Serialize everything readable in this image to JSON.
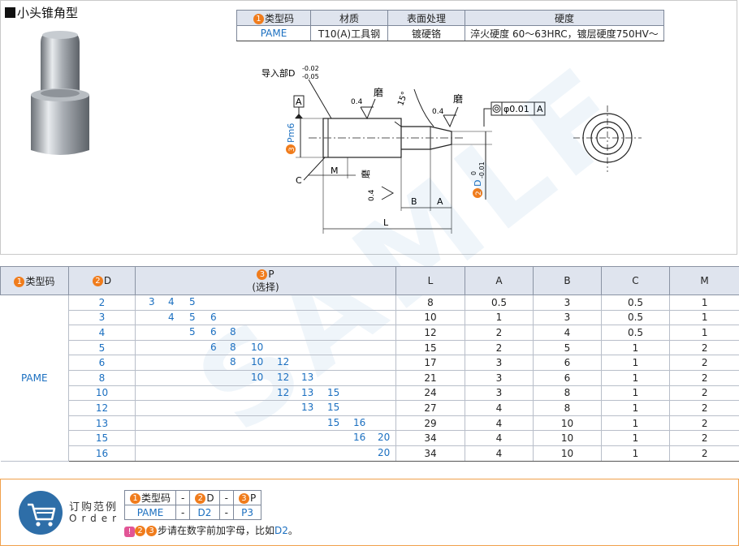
{
  "title": "小头锥角型",
  "spec_table": {
    "headers": [
      "类型码",
      "材质",
      "表面处理",
      "硬度"
    ],
    "row": [
      "PAME",
      "T10(A)工具钢",
      "镀硬铬",
      "淬火硬度 60～63HRC，镀层硬度750HV～"
    ]
  },
  "drawing": {
    "lead_label": "导入部D",
    "lead_tol_upper": "-0.02",
    "lead_tol_lower": "-0.05",
    "grind1": "磨",
    "grind2": "磨",
    "grind3": "磨",
    "roughness1": "0.4",
    "roughness2": "0.4",
    "roughness3": "0.4",
    "angle": "15°",
    "datum": "A",
    "tolerance_value": "φ0.01",
    "tolerance_datum": "A",
    "pm6": "Pm6",
    "d_label": "D",
    "d_tol_upper": "0",
    "d_tol_lower": "-0.01",
    "c_label": "C",
    "m_label": "M",
    "b_label": "B",
    "a_label": "A",
    "l_label": "L"
  },
  "main_table": {
    "headers": {
      "type": "类型码",
      "d": "D",
      "p": "P",
      "p_sub": "(选择)",
      "l": "L",
      "a": "A",
      "b": "B",
      "c": "C",
      "m": "M"
    },
    "type_value": "PAME",
    "rows": [
      {
        "d": "2",
        "p": [
          "3",
          "4",
          "5"
        ],
        "l": "8",
        "a": "0.5",
        "b": "3",
        "c": "0.5",
        "m": "1"
      },
      {
        "d": "3",
        "p": [
          "4",
          "5",
          "6"
        ],
        "l": "10",
        "a": "1",
        "b": "3",
        "c": "0.5",
        "m": "1"
      },
      {
        "d": "4",
        "p": [
          "5",
          "6",
          "8"
        ],
        "l": "12",
        "a": "2",
        "b": "4",
        "c": "0.5",
        "m": "1"
      },
      {
        "d": "5",
        "p": [
          "6",
          "8",
          "10"
        ],
        "l": "15",
        "a": "2",
        "b": "5",
        "c": "1",
        "m": "2"
      },
      {
        "d": "6",
        "p": [
          "8",
          "10",
          "12"
        ],
        "l": "17",
        "a": "3",
        "b": "6",
        "c": "1",
        "m": "2"
      },
      {
        "d": "8",
        "p": [
          "10",
          "12",
          "13"
        ],
        "l": "21",
        "a": "3",
        "b": "6",
        "c": "1",
        "m": "2"
      },
      {
        "d": "10",
        "p": [
          "12",
          "13",
          "15"
        ],
        "l": "24",
        "a": "3",
        "b": "8",
        "c": "1",
        "m": "2"
      },
      {
        "d": "12",
        "p": [
          "13",
          "15"
        ],
        "l": "27",
        "a": "4",
        "b": "8",
        "c": "1",
        "m": "2"
      },
      {
        "d": "13",
        "p": [
          "15",
          "16"
        ],
        "l": "29",
        "a": "4",
        "b": "10",
        "c": "1",
        "m": "2"
      },
      {
        "d": "15",
        "p": [
          "16",
          "20"
        ],
        "l": "34",
        "a": "4",
        "b": "10",
        "c": "1",
        "m": "2"
      },
      {
        "d": "16",
        "p": [
          "20"
        ],
        "l": "34",
        "a": "4",
        "b": "10",
        "c": "1",
        "m": "2"
      }
    ]
  },
  "order": {
    "title": "订购范例",
    "subtitle": "Order",
    "headers": [
      "类型码",
      "-",
      "D",
      "-",
      "P"
    ],
    "values": [
      "PAME",
      "-",
      "D2",
      "-",
      "P3"
    ],
    "note_prefix": "步请在数字前加字母，比如",
    "note_example": "D2",
    "note_suffix": "。"
  },
  "markers": {
    "one": "1",
    "two": "2",
    "three": "3"
  },
  "colors": {
    "accent": "#f07c1c",
    "blue": "#1b6fc0",
    "header_bg": "#dfe4ee",
    "order_border": "#f0a04b"
  }
}
